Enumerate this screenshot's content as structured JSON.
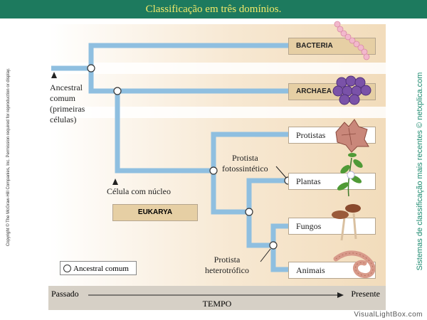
{
  "header": {
    "title": "Classificação em três domínios."
  },
  "side": {
    "copyright": "Copyright © The McGraw-Hill Companies, Inc. Permission required for reproduction or display.",
    "credit": "Sistemas de classificação mais recentes © netxplica.com"
  },
  "tree": {
    "ancestral_lines": [
      "Ancestral",
      "comum",
      "(primeiras",
      "células)"
    ],
    "nucleus_label": "Célula com núcleo",
    "photo_protist_lines": [
      "Protista",
      "fotossintético"
    ],
    "hetero_protist_lines": [
      "Protista",
      "heterotrófico"
    ],
    "domains": {
      "bacteria": "BACTERIA",
      "archaea": "ARCHAEA",
      "eukarya": "EUKARYA"
    },
    "groups": {
      "protists": "Protistas",
      "plants": "Plantas",
      "fungi": "Fungos",
      "animals": "Animais"
    }
  },
  "legend": {
    "label": "Ancestral comum"
  },
  "timeline": {
    "past": "Passado",
    "present": "Presente",
    "label": "TEMPO"
  },
  "watermark": "VisualLightBox.com",
  "colors": {
    "header_bg": "#1d7a5e",
    "header_text": "#f2e96a",
    "branch": "#8fbfe0",
    "panel_bg": "#f5e3c8",
    "box_dark": "#e6cfa4"
  }
}
